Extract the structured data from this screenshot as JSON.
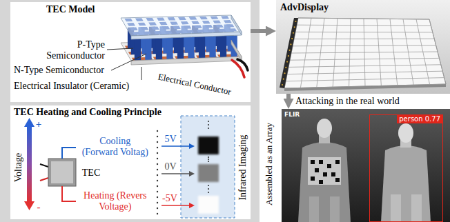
{
  "diagram": {
    "nodes": [
      {
        "text": [
          "TEC Model"
        ]
      },
      {
        "text": [
          "TEC Heating and Cooling Principle"
        ]
      },
      {
        "text": [
          "AdvDisplay"
        ]
      },
      {
        "text": [
          "FLIR"
        ]
      },
      {
        "text": [
          "person 0.77"
        ],
        "in": 3
      }
    ],
    "edges": [
      {
        "from": 0,
        "to": 2,
        "arrow": "to"
      },
      {
        "from": 2,
        "to": 3,
        "arrow": "to"
      }
    ],
    "labels": [
      "P-Type Semiconductor",
      "N-Type Semiconductor",
      "Electrical Insulator (Ceramic)",
      "Electrical Conductor",
      "Voltage",
      "+",
      "-",
      "Cooling (Forward Voltag)",
      "TEC",
      "Heating (Revers Voltage)",
      "5V",
      "0V",
      "-5V",
      "Infrared Imaging",
      "Assembled as an Array",
      "Attacking in the real world"
    ]
  }
}
